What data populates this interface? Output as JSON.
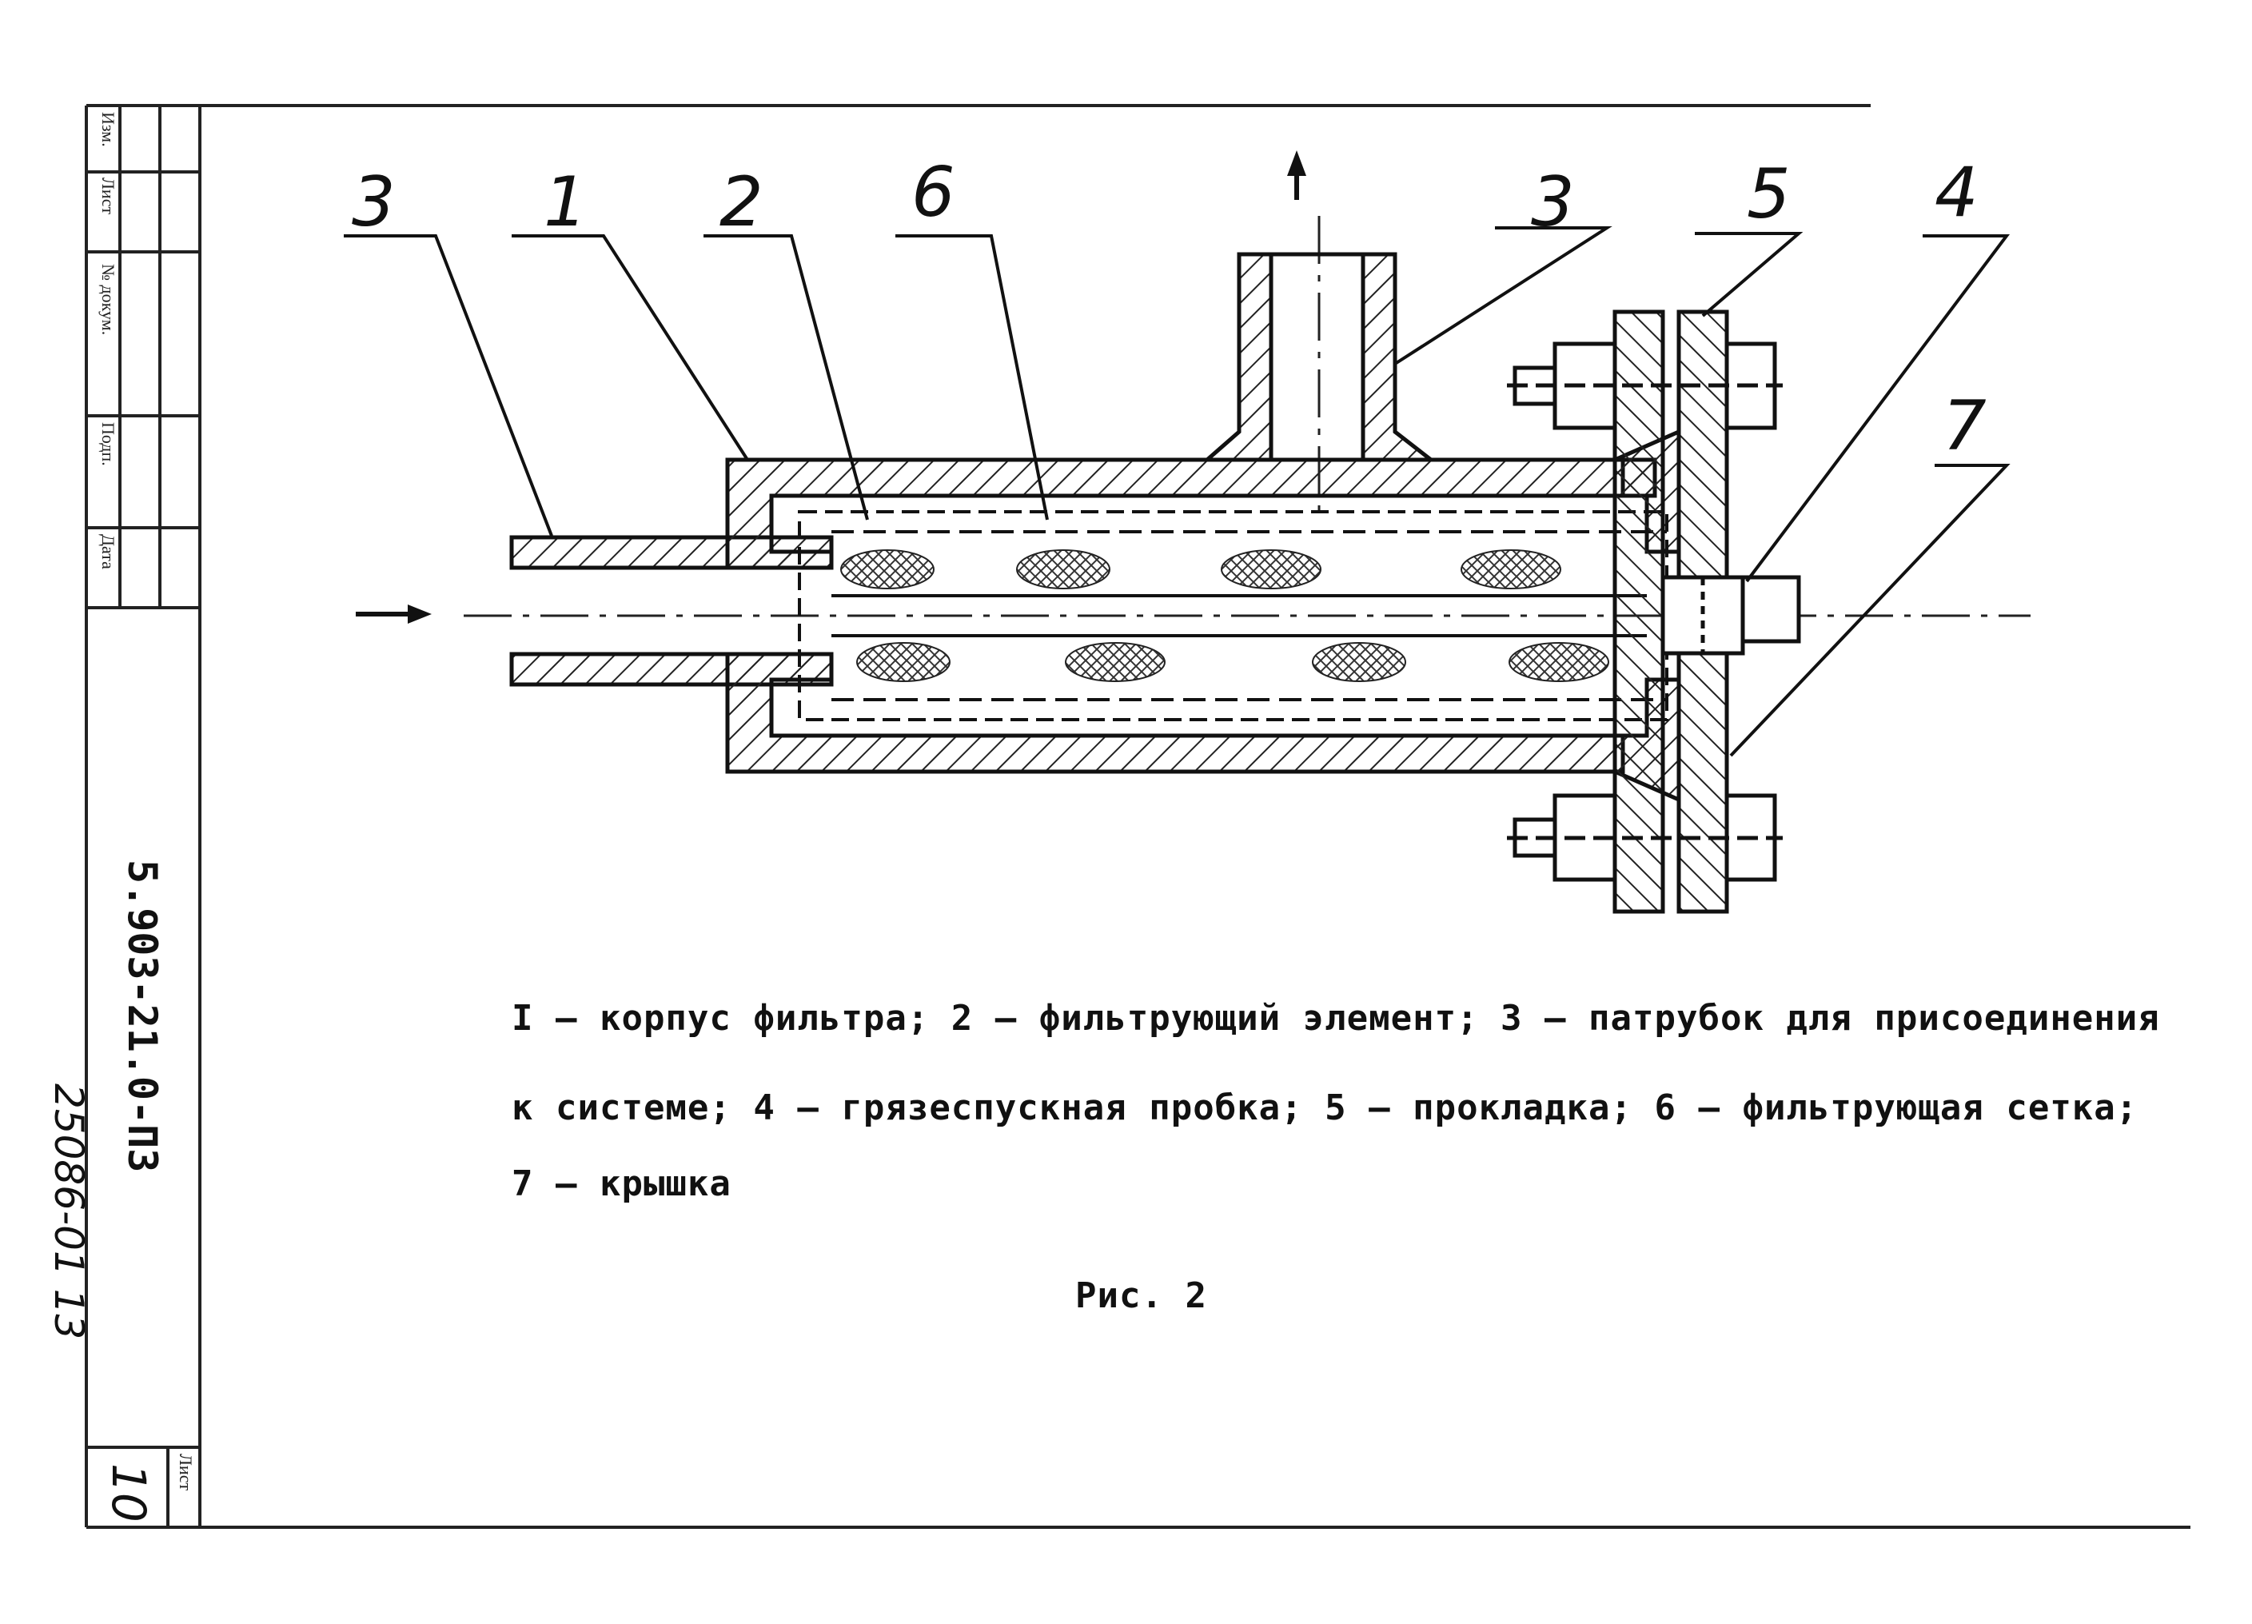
{
  "callouts": [
    "3",
    "1",
    "2",
    "6",
    "3",
    "5",
    "4",
    "7"
  ],
  "legend": {
    "line1": "I – корпус фильтра; 2 – фильтрующий элемент; 3 – патрубок для присоединения",
    "line2": "к системе; 4 – грязеспускная пробка; 5 – прокладка; 6 – фильтрующая сетка;",
    "line3": "7 – крышка"
  },
  "figure_label": "Рис. 2",
  "document_code": "5.903-21.0-ПЗ",
  "archive_number": "25086-01 13",
  "stamp": {
    "cells": [
      "Изм.",
      "Лист",
      "№ докум.",
      "Подп.",
      "Дата"
    ],
    "sheet_label": "Лист",
    "sheet_number": "10"
  }
}
